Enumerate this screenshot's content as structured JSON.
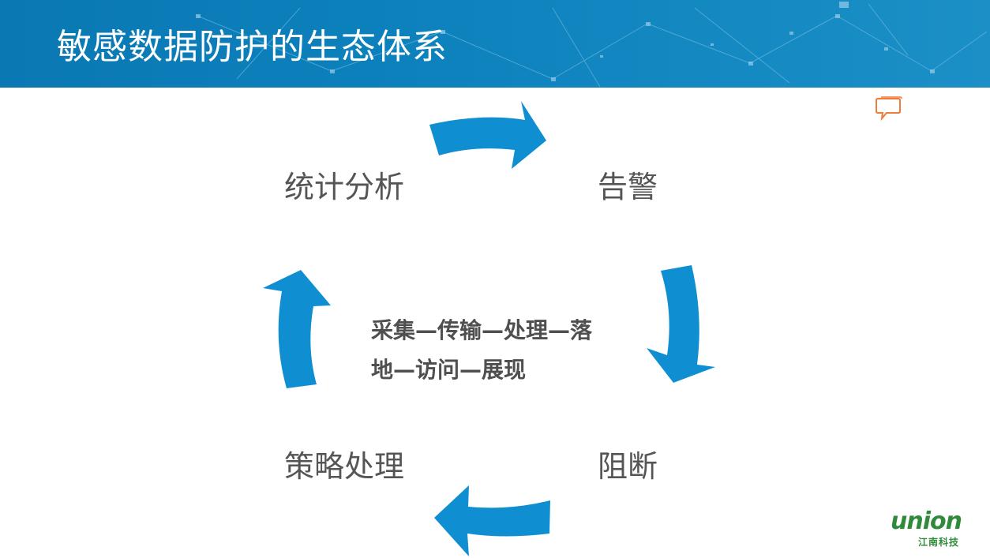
{
  "header": {
    "title": "敏感数据防护的生态体系"
  },
  "cycle": {
    "nodes": [
      {
        "id": "stats",
        "label": "统计分析"
      },
      {
        "id": "alert",
        "label": "告警"
      },
      {
        "id": "block",
        "label": "阻断"
      },
      {
        "id": "policy",
        "label": "策略处理"
      }
    ],
    "center_lines": [
      "采集—传输—处理—落",
      "地—访问—展现"
    ],
    "arrow_color": "#0f8fd1"
  },
  "logo": {
    "word": "union",
    "subtitle": "江南科技"
  },
  "icons": {
    "comment": "comment-icon"
  }
}
